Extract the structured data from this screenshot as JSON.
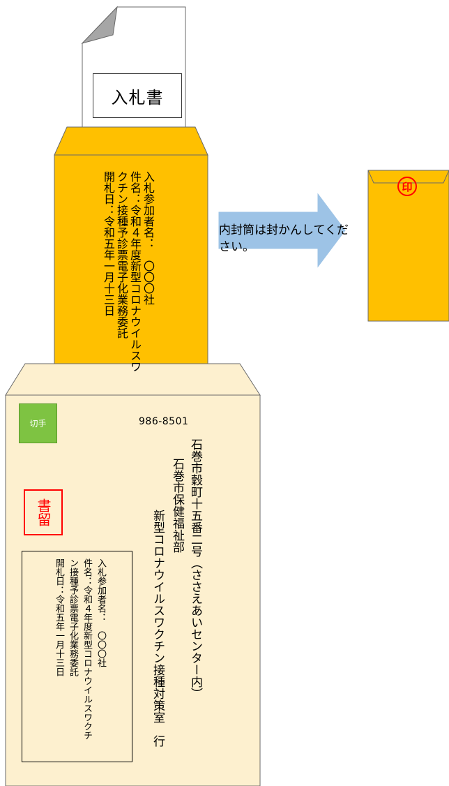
{
  "bid_document": {
    "label": "入札書"
  },
  "inner_envelope": {
    "lines": [
      "入札参加者名：　〇〇〇社",
      "件名：令和４年度新型コロナウイルスワ",
      "クチン接種予診票電子化業務委託",
      "開札日：令和五年一月十三日"
    ]
  },
  "instruction": {
    "text": "内封筒は封かんしてください。"
  },
  "sealed_envelope": {
    "seal_text": "印"
  },
  "outer_envelope": {
    "stamp_text": "切手",
    "postal_code": "986-8501",
    "address_line1": "石巻市穀町十五番二号（ささえあいセンター内）",
    "address_line2": "石巻市保健福祉部",
    "address_line3": "新型コロナウイルスワクチン接種対策室　行",
    "registered_mail": "書留",
    "sender_lines": [
      "入札参加者名：　〇〇〇社",
      "件名：令和４年度新型コロナウイルスワクチ",
      "ン接種予診票電子化業務委託",
      "開札日：令和五年一月十三日"
    ]
  },
  "colors": {
    "inner_envelope": "#ffc000",
    "outer_envelope": "#fdf0cf",
    "arrow": "#9dc3e6",
    "stamp": "#7ec342",
    "seal": "#ff0000"
  }
}
